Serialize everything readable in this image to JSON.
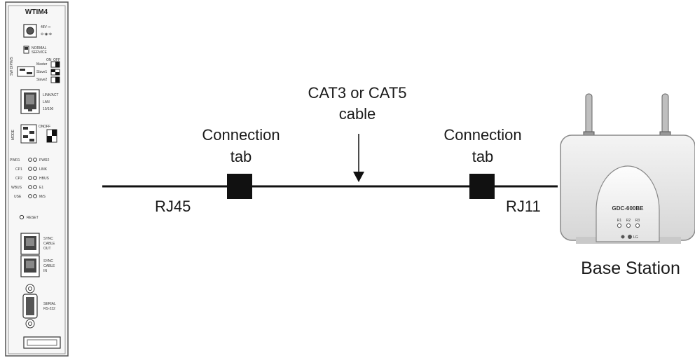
{
  "module": {
    "name": "WTIM4",
    "power_label": "48V ⎓",
    "switch_label_1": "NORMAL",
    "switch_label_2": "SERVICE",
    "dip_side_label": "SW DIP/MS",
    "dip_top_on": "ON",
    "dip_top_off": "OFF",
    "dip_master": "Master",
    "dip_slave1": "Slave1",
    "dip_slave2": "Slave2",
    "lan_label_1": "LINK/ACT",
    "lan_label_2": "LAN",
    "lan_label_3": "10/100",
    "mode_side_label": "MODE",
    "mode_on": "ON",
    "mode_off": "OFF",
    "leds": [
      {
        "left": "PWR1",
        "right": "PWR2"
      },
      {
        "left": "CP1",
        "right": "LINK"
      },
      {
        "left": "CP2",
        "right": "HBUS"
      },
      {
        "left": "WBUS",
        "right": "E1"
      },
      {
        "left": "USE",
        "right": "M/S"
      }
    ],
    "reset_label": "RESET",
    "sync_out": [
      "SYNC",
      "CABLE",
      "OUT"
    ],
    "sync_in": [
      "SYNC",
      "CABLE",
      "IN"
    ],
    "serial": [
      "SERIAL",
      "RS-232"
    ]
  },
  "cable": {
    "left_connector": "RJ45",
    "right_connector": "RJ11",
    "tab_left_line1": "Connection",
    "tab_left_line2": "tab",
    "tab_right_line1": "Connection",
    "tab_right_line2": "tab",
    "cable_line1": "CAT3 or CAT5",
    "cable_line2": "cable"
  },
  "base_station": {
    "model": "GDC-600BE",
    "label": "Base Station",
    "led_labels": [
      "R1",
      "R2",
      "R3"
    ],
    "brand": "LG"
  },
  "colors": {
    "line": "#111111",
    "panel_border": "#666666",
    "station_body": "#ececec",
    "station_shadow": "#c9c9c9",
    "dark_block": "#111111"
  }
}
